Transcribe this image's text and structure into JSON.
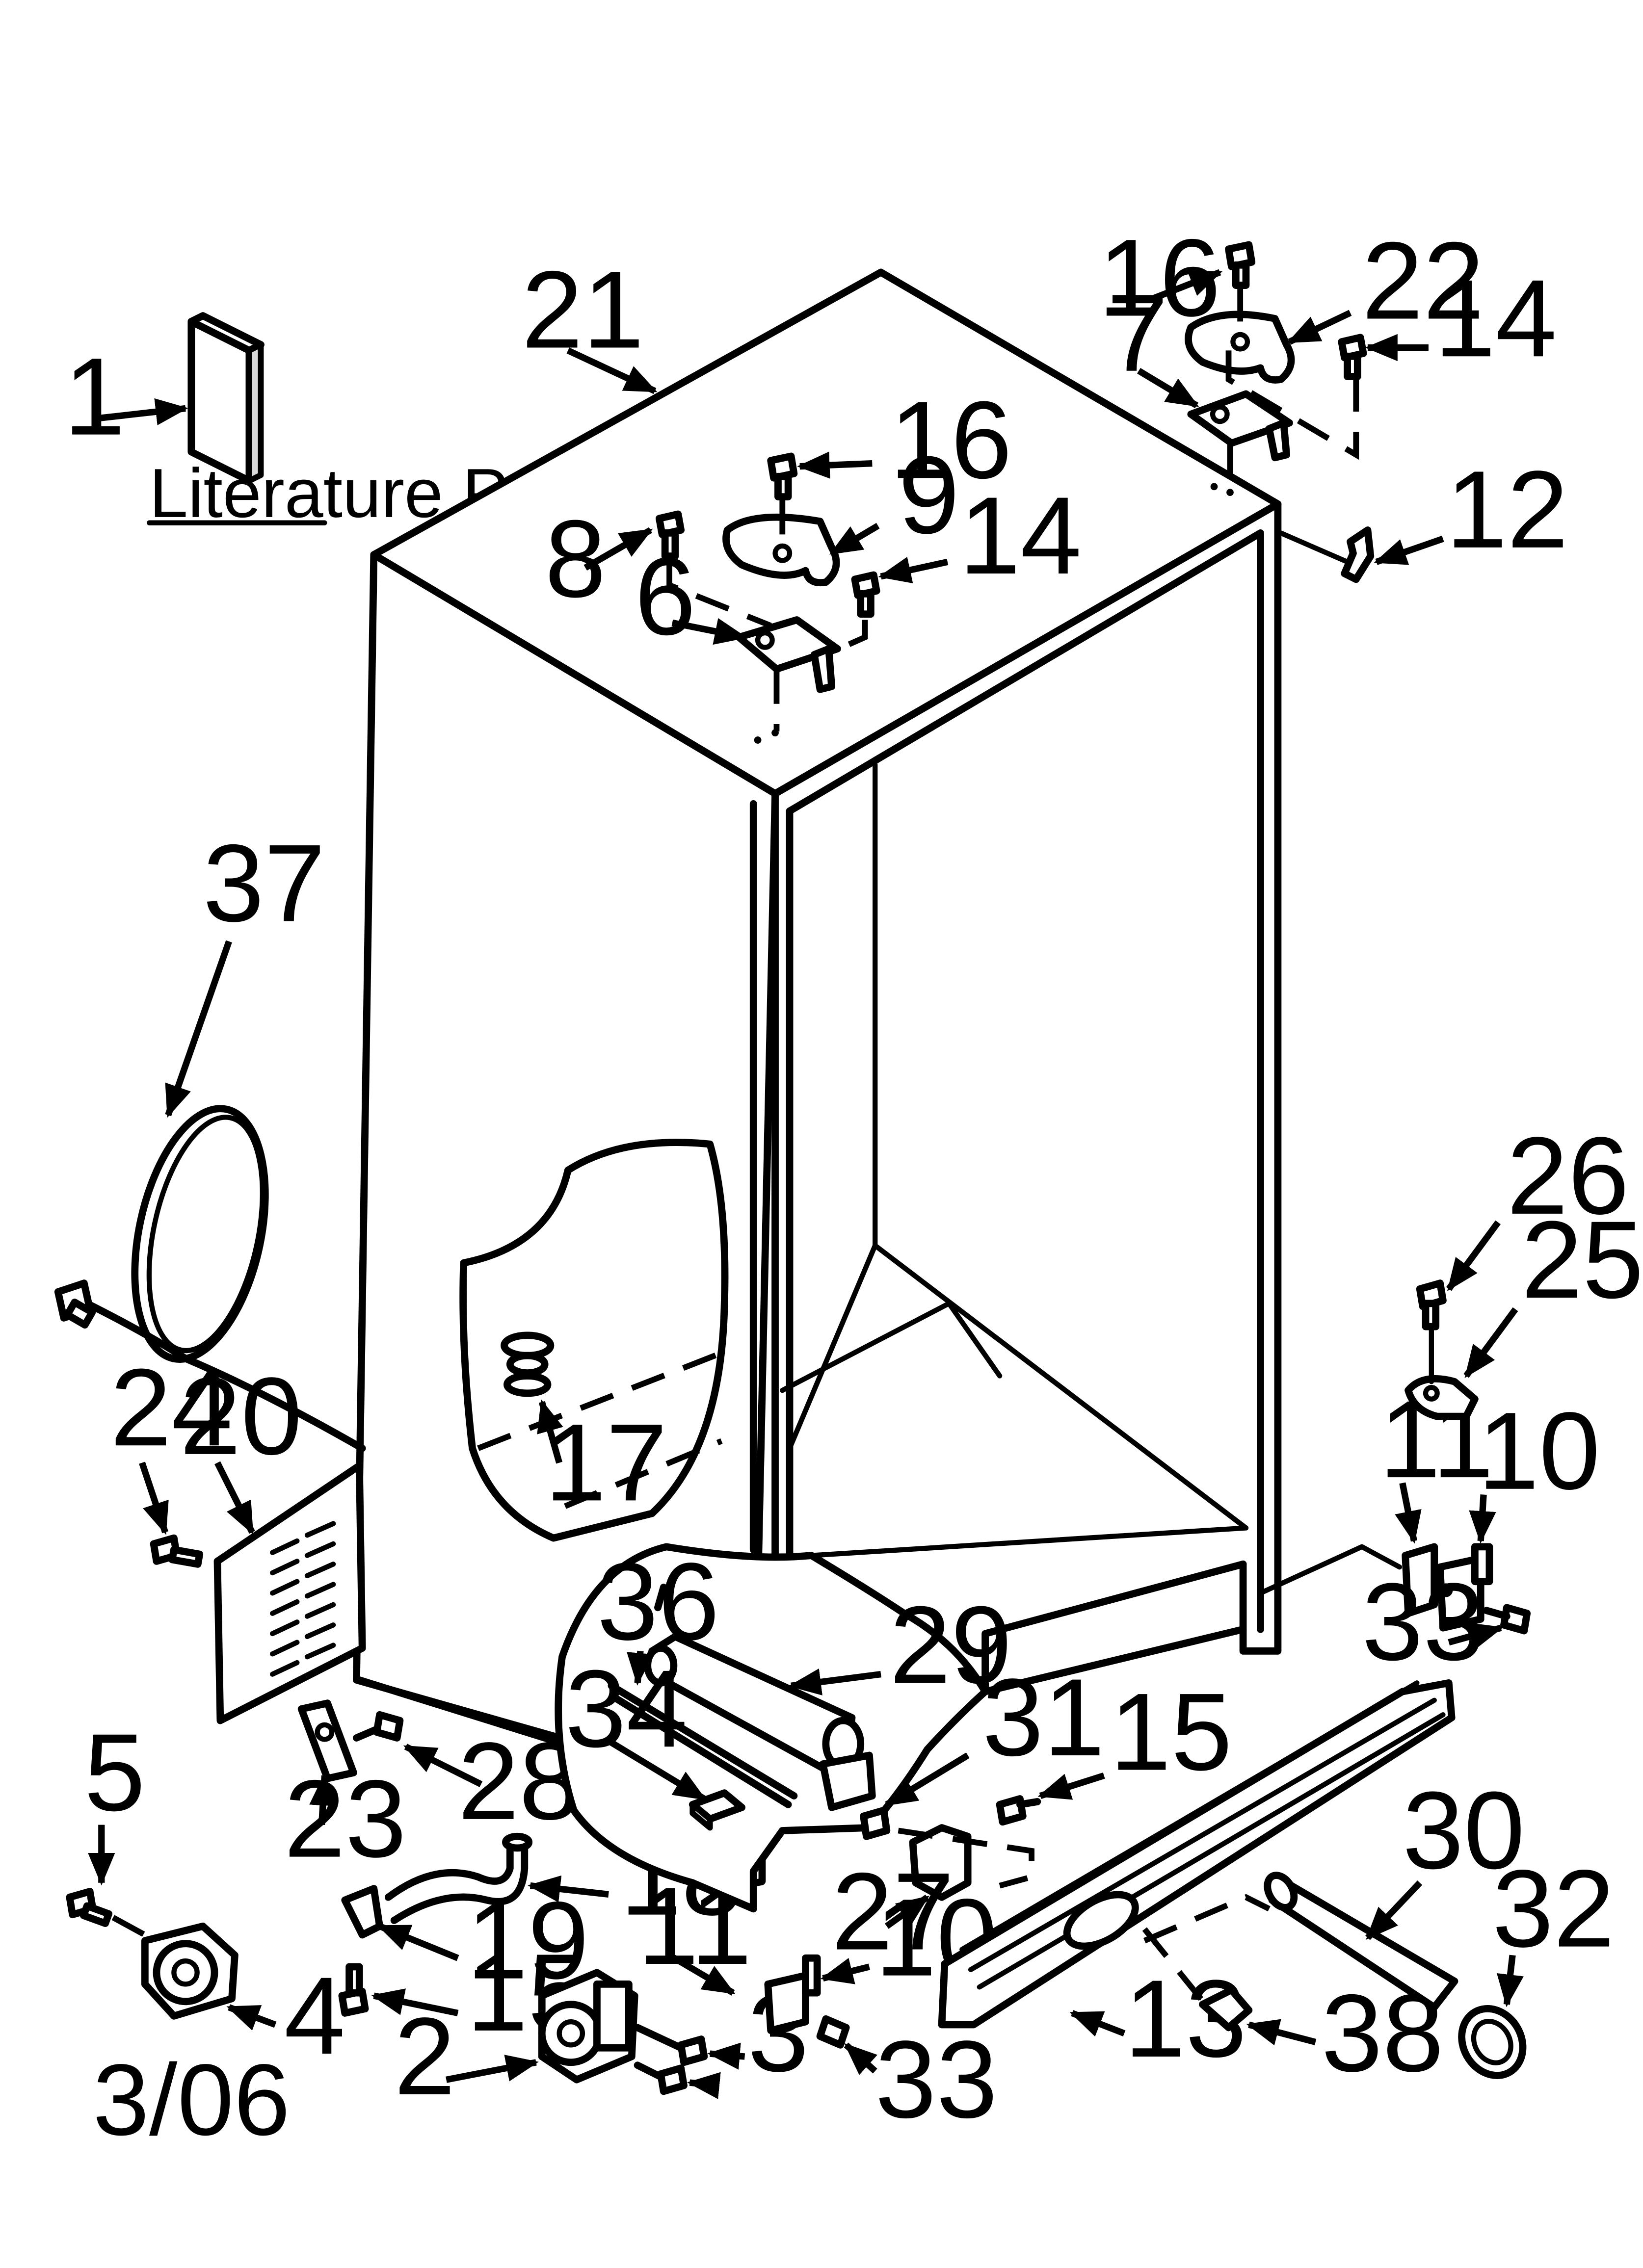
{
  "literature_caption": "Literature Parts",
  "date_code": "3/06",
  "callouts": {
    "c1": "1",
    "c2": "2",
    "c3": "3",
    "c4": "4",
    "c5": "5",
    "c6": "6",
    "c7": "7",
    "c8": "8",
    "c9": "9",
    "c10a": "10",
    "c10b": "10",
    "c11a": "11",
    "c11b": "11",
    "c12": "12",
    "c13": "13",
    "c14a": "14",
    "c14b": "14",
    "c15a": "15",
    "c15b": "15",
    "c16a": "16",
    "c16b": "16",
    "c17": "17",
    "c18": "18",
    "c19": "19",
    "c20": "20",
    "c21": "21",
    "c22": "22",
    "c23": "23",
    "c24": "24",
    "c25": "25",
    "c26": "26",
    "c27": "27",
    "c28": "28",
    "c29": "29",
    "c30": "30",
    "c31": "31",
    "c32": "32",
    "c33a": "33",
    "c33b": "33",
    "c34": "34",
    "c36": "36",
    "c37": "37",
    "c38": "38"
  }
}
